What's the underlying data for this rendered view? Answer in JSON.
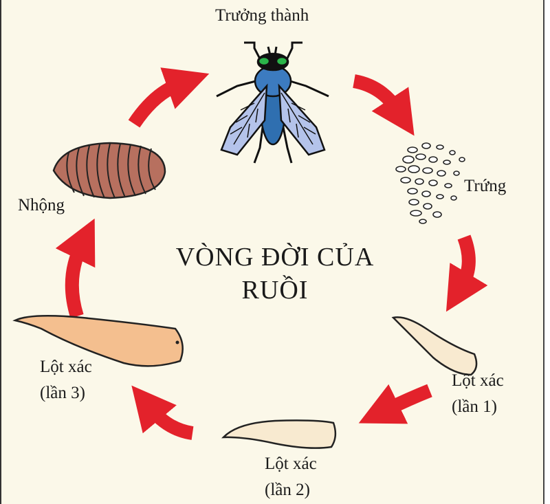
{
  "title": {
    "line1": "VÒNG ĐỜI CỦA",
    "line2": "RUỒI"
  },
  "stages": {
    "adult": "Trưởng thành",
    "eggs": "Trứng",
    "molt1": {
      "line1": "Lột xác",
      "line2": "(lần 1)"
    },
    "molt2": {
      "line1": "Lột xác",
      "line2": "(lần 2)"
    },
    "molt3": {
      "line1": "Lột xác",
      "line2": "(lần 3)"
    },
    "pupa": "Nhộng"
  },
  "colors": {
    "arrow": "#e3222b",
    "background": "#fbf8e9",
    "pupa": "#b7705f",
    "larva3": "#f4bf8f",
    "larva_pale": "#f8ead0",
    "fly_body": "#2f6fb0",
    "fly_wing": "#b4c3ea",
    "fly_eye": "#2bb54a"
  }
}
